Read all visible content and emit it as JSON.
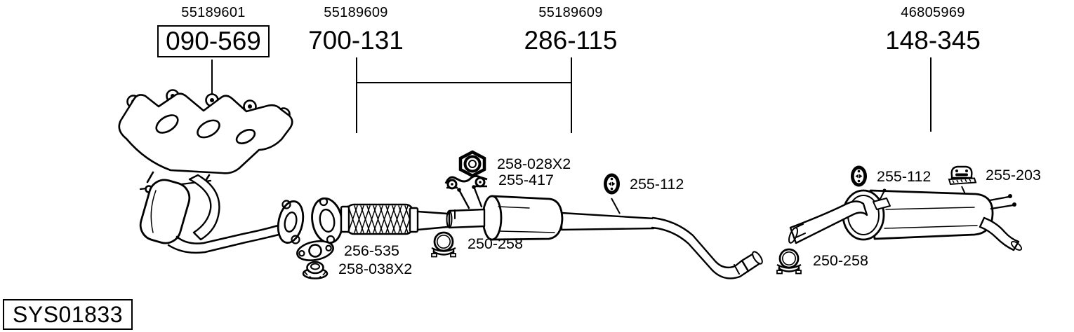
{
  "diagram": {
    "system_code": "SYS01833",
    "colors": {
      "ink": "#000000",
      "background": "#ffffff"
    },
    "part_groups": [
      {
        "oe_number": "55189601",
        "part_number": "090-569",
        "boxed": true
      },
      {
        "oe_number": "55189609",
        "part_number": "700-131",
        "boxed": false
      },
      {
        "oe_number": "55189609",
        "part_number": "286-115",
        "boxed": false
      },
      {
        "oe_number": "46805969",
        "part_number": "148-345",
        "boxed": false
      }
    ],
    "callouts": [
      {
        "icon": "hex-nut-icon",
        "part_number": "258-028X2"
      },
      {
        "icon": "hanger-bracket-icon",
        "part_number": "255-417"
      },
      {
        "icon": "rubber-hanger-icon",
        "part_number": "255-112"
      },
      {
        "icon": "flange-gasket-icon",
        "part_number": "256-535"
      },
      {
        "icon": "flange-nut-icon",
        "part_number": "258-038X2"
      },
      {
        "icon": "pipe-clamp-icon",
        "part_number": "250-258"
      },
      {
        "icon": "rubber-hanger-icon",
        "part_number": "255-112"
      },
      {
        "icon": "rubber-mount-icon",
        "part_number": "255-203"
      },
      {
        "icon": "pipe-clamp-icon",
        "part_number": "250-258"
      }
    ]
  }
}
